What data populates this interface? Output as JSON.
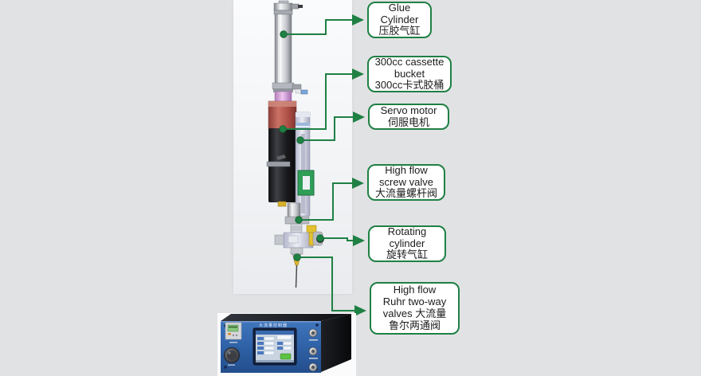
{
  "colors": {
    "background": "#e1e2e4",
    "photo_panel": "#f5f7f9",
    "accent_green": "#1f8044",
    "callout_border_green": "#1f8044",
    "controller_blue": "#3566ac",
    "cartridge_black": "#1b1b1e",
    "collar_red": "#b2544c",
    "fitting_pink": "#e2ace2",
    "valve_yellow": "#e3c12f",
    "screen_button_green": "#5cc23f",
    "lcd_green": "#86c97d"
  },
  "callouts": [
    {
      "id": "glue-cylinder",
      "lines": [
        "Glue",
        "Cylinder",
        "压胶气缸"
      ]
    },
    {
      "id": "cassette-bucket",
      "lines": [
        "300cc cassette",
        "bucket",
        "300cc卡式胶桶"
      ]
    },
    {
      "id": "servo-motor",
      "lines": [
        "Servo motor",
        "伺服电机"
      ]
    },
    {
      "id": "screw-valve",
      "lines": [
        "High flow",
        "screw valve",
        "大流量螺杆阀"
      ]
    },
    {
      "id": "rotating-cylinder",
      "lines": [
        "Rotating",
        "cylinder",
        "旋转气缸"
      ]
    },
    {
      "id": "luer-two-way-valve",
      "lines": [
        "High flow",
        "Ruhr two-way",
        "valves  大流量",
        "鲁尔两通阀"
      ]
    }
  ],
  "controller": {
    "title": "大流量控制器"
  }
}
